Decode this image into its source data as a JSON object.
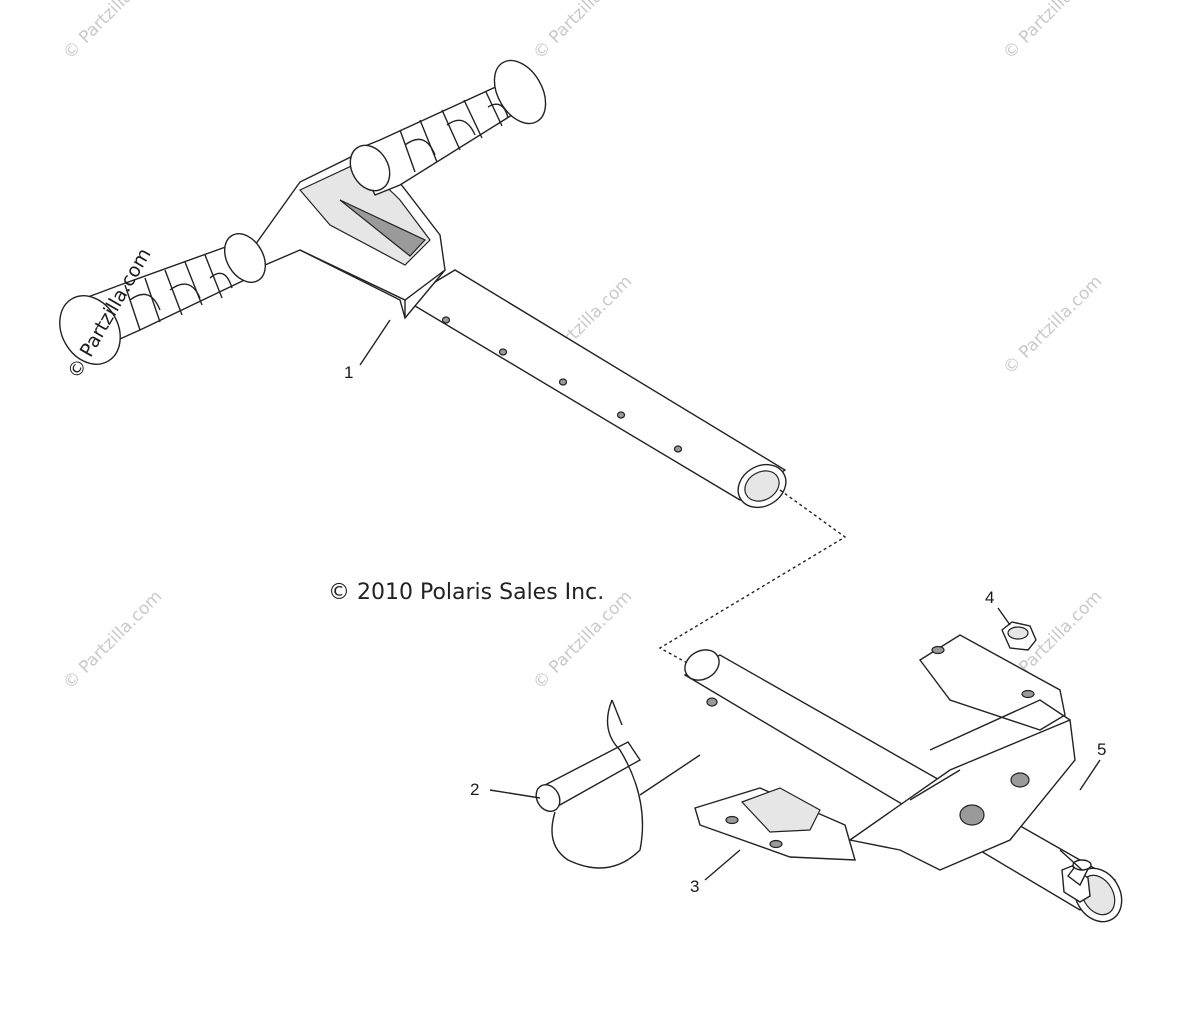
{
  "diagram": {
    "copyright": "© 2010 Polaris Sales Inc.",
    "watermark_text": "© Partzilla.com",
    "callouts": [
      {
        "id": "1",
        "label": "1"
      },
      {
        "id": "2",
        "label": "2"
      },
      {
        "id": "3",
        "label": "3"
      },
      {
        "id": "4",
        "label": "4"
      },
      {
        "id": "5",
        "label": "5"
      }
    ]
  }
}
